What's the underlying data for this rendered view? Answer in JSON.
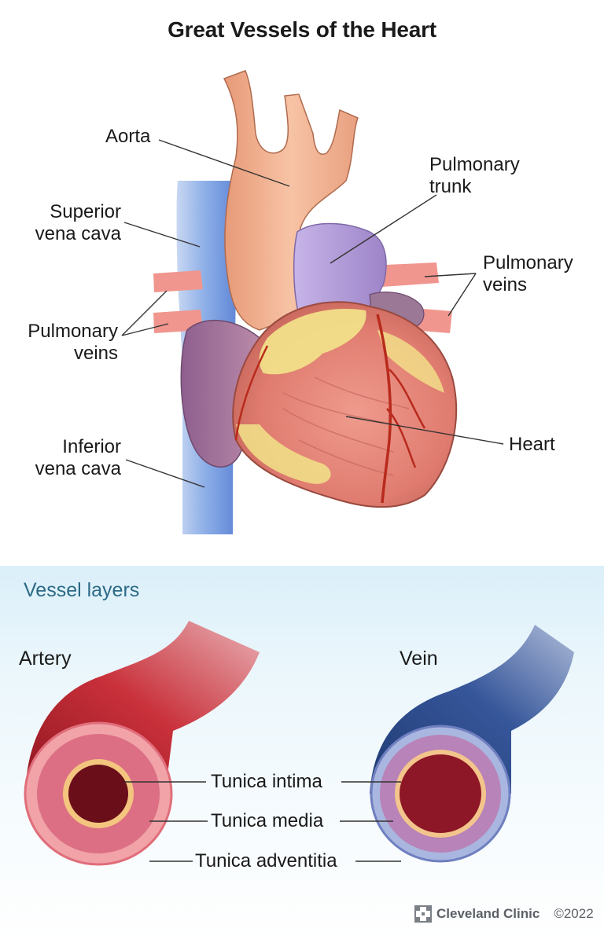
{
  "title": "Great Vessels of the Heart",
  "heart_labels": {
    "aorta": "Aorta",
    "pulmonary_trunk": [
      "Pulmonary",
      "trunk"
    ],
    "superior_vena_cava": [
      "Superior",
      "vena cava"
    ],
    "pulmonary_veins_right": [
      "Pulmonary",
      "veins"
    ],
    "pulmonary_veins_left": [
      "Pulmonary",
      "veins"
    ],
    "inferior_vena_cava": [
      "Inferior",
      "vena cava"
    ],
    "heart": "Heart"
  },
  "vessel_section": {
    "title": "Vessel layers",
    "artery": "Artery",
    "vein": "Vein",
    "layers": [
      "Tunica intima",
      "Tunica media",
      "Tunica adventitia"
    ]
  },
  "footer": {
    "brand": "Cleveland Clinic",
    "copyright": "©2022"
  },
  "colors": {
    "aorta": "#f2b08e",
    "pulmonary_trunk": "#b7a0d8",
    "vena_cava": "#8fb2e6",
    "pulmonary_vein": "#f08f8a",
    "heart_muscle": "#e9897e",
    "fat": "#f2e38a",
    "coronary": "#b82a1c",
    "artery": "#b3202c",
    "vein": "#264a8a",
    "section_title": "#2c6a86"
  }
}
